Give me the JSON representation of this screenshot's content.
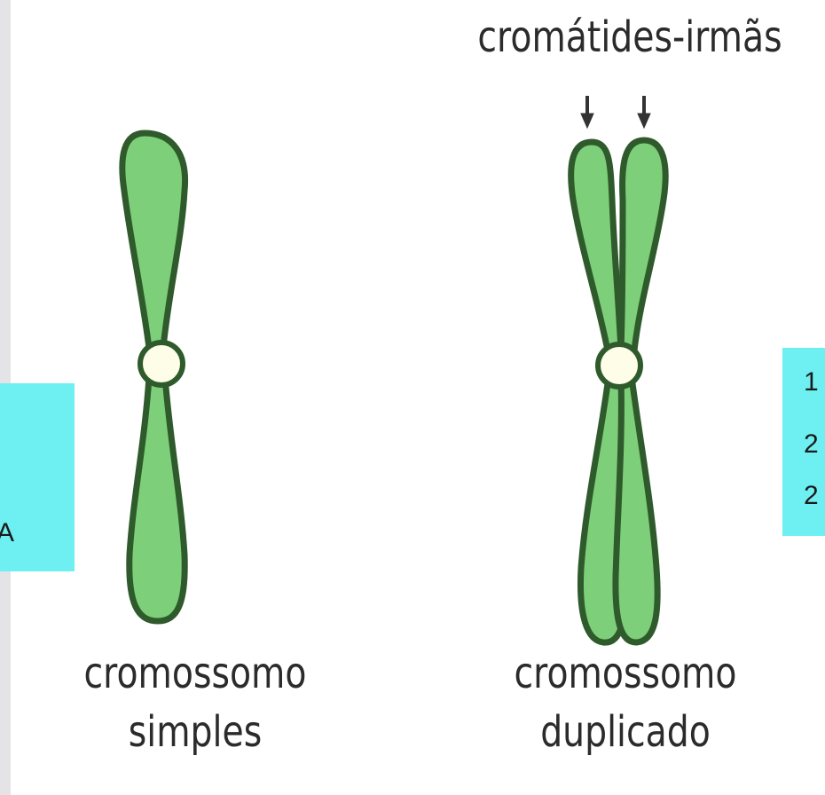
{
  "labels": {
    "sister_chromatids": "cromátides-irmãs",
    "simple_chromosome_line1": "cromossomo",
    "simple_chromosome_line2": "simples",
    "duplicated_chromosome_line1": "cromossomo",
    "duplicated_chromosome_line2": "duplicado"
  },
  "callouts": {
    "left_letter": "A",
    "right_lines": [
      "1",
      "2",
      "2"
    ],
    "background_color": "#6eeff1"
  },
  "colors": {
    "chromatid_fill": "#7ecf7a",
    "chromatid_outline": "#2e5a2c",
    "centromere_fill": "#fdfde8",
    "arrow": "#333333"
  }
}
